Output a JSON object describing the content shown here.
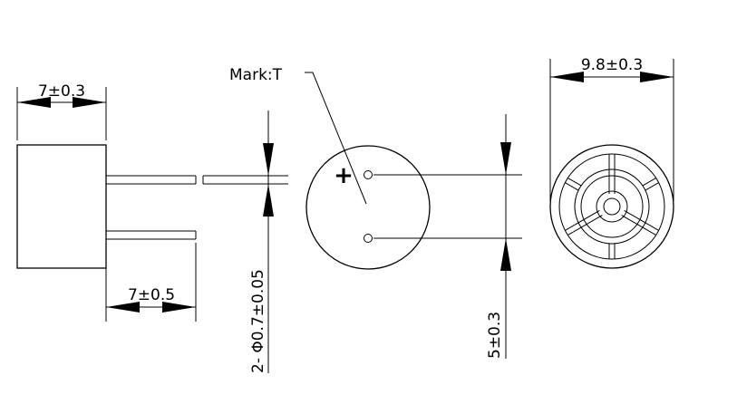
{
  "dimensions": {
    "body_thickness": "7±0.3",
    "lead_length": "7±0.5",
    "lead_diameter": "2- Φ0.7±0.05",
    "pin_spacing": "5±0.3",
    "outer_diameter": "9.8±0.3"
  },
  "annotations": {
    "mark": "Mark:T",
    "polarity": "+"
  }
}
